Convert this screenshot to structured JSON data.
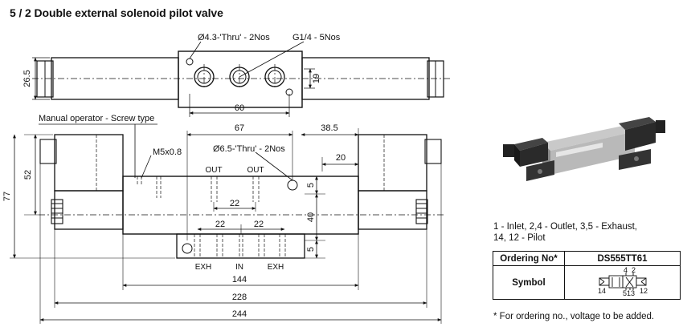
{
  "title": "5 / 2 Double external solenoid pilot valve",
  "top_view": {
    "hole_label": "Ø4.3-'Thru' - 2Nos",
    "port_label": "G1/4 - 5Nos",
    "dim_height": "26.5",
    "dim_19": "19",
    "dim_60": "60"
  },
  "front_view": {
    "manual_operator_label": "Manual operator - Screw type",
    "thread_label": "M5x0.8",
    "hole_label": "Ø6.5-'Thru' - 2Nos",
    "dim_67": "67",
    "dim_38_5": "38.5",
    "dim_20": "20",
    "dim_5_top": "5",
    "dim_40": "40",
    "dim_5_bottom": "5",
    "dim_52": "52",
    "dim_77": "77",
    "dim_22_upper": "22",
    "dim_22_lower_left": "22",
    "dim_22_lower_right": "22",
    "dim_144": "144",
    "dim_228": "228",
    "dim_244": "244",
    "port_out_left": "OUT",
    "port_out_right": "OUT",
    "port_exh_left": "EXH",
    "port_in": "IN",
    "port_exh_right": "EXH"
  },
  "info": {
    "line1": "1 - Inlet,  2,4 - Outlet,  3,5 - Exhaust,",
    "line2": "14, 12 - Pilot"
  },
  "table": {
    "header_label": "Ordering No*",
    "header_value": "DS555TT61",
    "symbol_label": "Symbol",
    "symbol_port_4": "4",
    "symbol_port_2": "2",
    "symbol_port_14": "14",
    "symbol_port_12": "12",
    "symbol_port_513": "513"
  },
  "note": "* For ordering no., voltage to be added.",
  "colors": {
    "line": "#111111",
    "photo_body": "#2a2a2a",
    "photo_plate": "#b9b9b9"
  }
}
